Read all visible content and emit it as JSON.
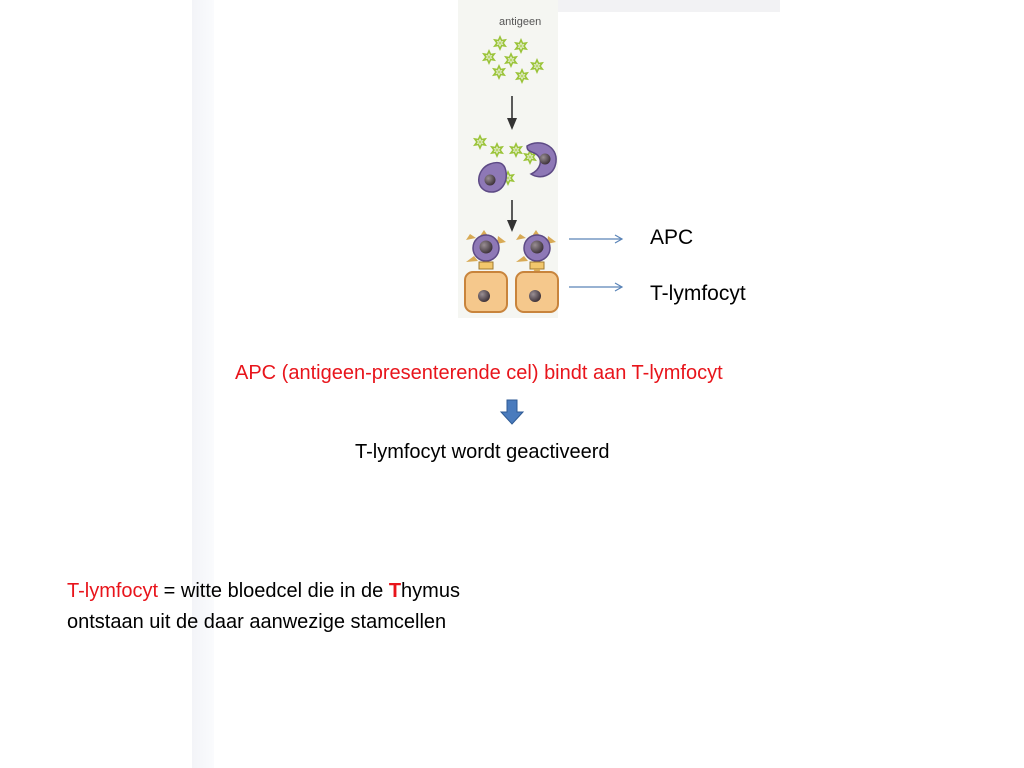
{
  "figure": {
    "label_antigen": "antigeen"
  },
  "labels": {
    "apc": "APC",
    "t_lymfocyt": "T-lymfocyt"
  },
  "caption": {
    "binding": "APC (antigeen-presenterende cel) bindt aan T-lymfocyt",
    "activated": "T-lymfocyt wordt geactiveerd"
  },
  "definition": {
    "term": "T-lymfocyt",
    "text_1": " = witte bloedcel die in de ",
    "highlight_letter": "T",
    "text_2": "hymus",
    "line_2": "ontstaan uit de daar aanwezige stamcellen"
  },
  "colors": {
    "red": "#e8141b",
    "blue_arrow": "#4a7bbd",
    "label_arrow": "#5a84b8",
    "antigen_green": "#9bc43a",
    "apc_purple": "#8e78b6",
    "tcell_orange": "#f5c88c"
  }
}
